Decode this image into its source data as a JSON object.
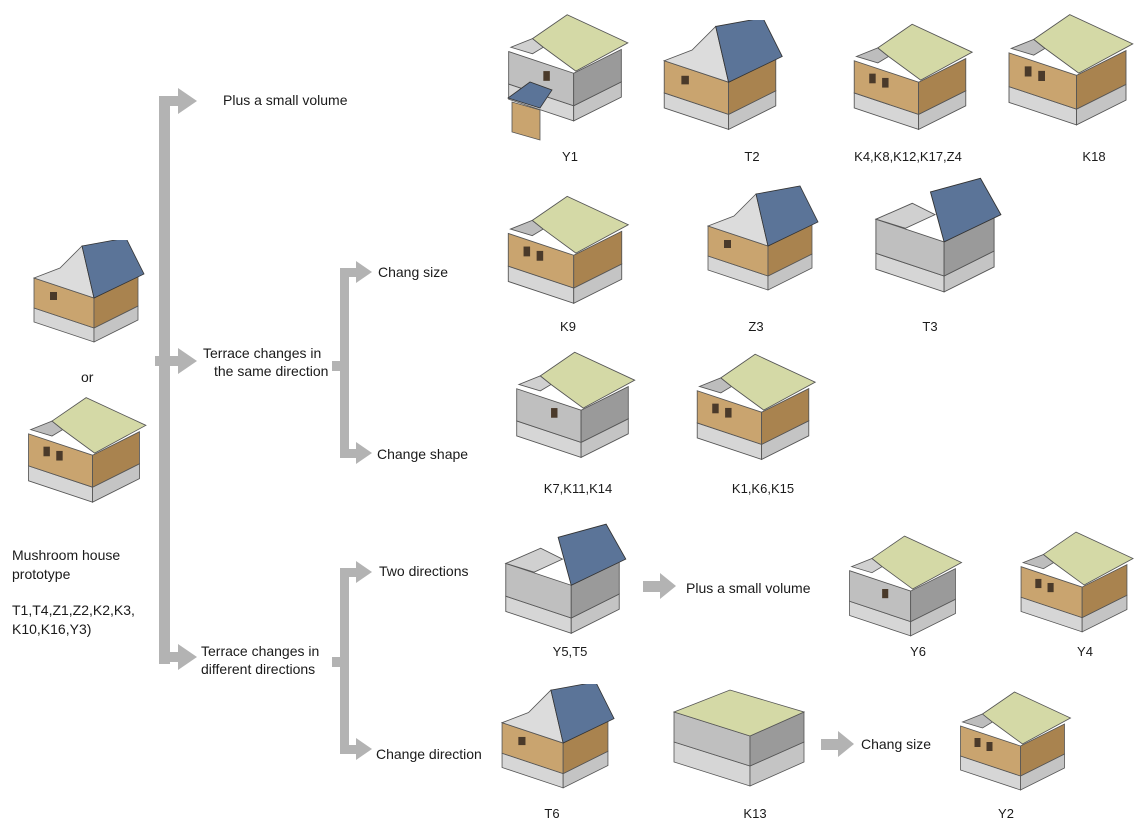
{
  "prototype": {
    "or_text": "or",
    "caption_line1": "Mushroom house",
    "caption_line2": "prototype",
    "codes_line1": "T1,T4,Z1,Z2,K2,K3,",
    "codes_line2": "K10,K16,Y3)"
  },
  "branches": {
    "small_volume": "Plus a small volume",
    "same_dir_line1": "Terrace changes in",
    "same_dir_line2": "the same direction",
    "chang_size": "Chang size",
    "change_shape": "Change shape",
    "diff_dir_line1": "Terrace changes in",
    "diff_dir_line2": "different directions",
    "two_directions": "Two directions",
    "two_dir_small_volume": "Plus a small volume",
    "change_direction": "Change direction",
    "k13_chang_size": "Chang size"
  },
  "codes": {
    "y1": "Y1",
    "t2": "T2",
    "k4_group": "K4,K8,K12,K17,Z4",
    "k18": "K18",
    "k9": "K9",
    "z3": "Z3",
    "t3": "T3",
    "k7_group": "K7,K11,K14",
    "k1_group": "K1,K6,K15",
    "y5t5": "Y5,T5",
    "y6": "Y6",
    "y4": "Y4",
    "t6": "T6",
    "k13": "K13",
    "y2": "Y2"
  },
  "colors": {
    "arrow": "#b3b3b3",
    "roof_blue": "#5b7498",
    "roof_green": "#d4d9a6",
    "wall_wood": "#c9a46f",
    "wall_wood_dark": "#a9834f",
    "wall_stone": "#bfbfbf",
    "wall_stone_dark": "#9a9a9a",
    "base": "#d6d6d6"
  }
}
